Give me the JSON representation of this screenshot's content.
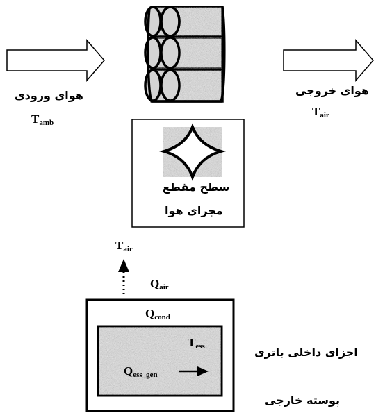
{
  "top": {
    "inlet_label": "هوای ورودی",
    "inlet_temp": {
      "main": "T",
      "sub": "amb"
    },
    "outlet_label": "هوای خروجی",
    "outlet_temp": {
      "main": "T",
      "sub": "air"
    },
    "duct_section_line1": "سطح مقطع",
    "duct_section_line2": "مجرای هوا"
  },
  "bottom": {
    "air_temp": {
      "main": "T",
      "sub": "air"
    },
    "q_air": {
      "main": "Q",
      "sub": "air"
    },
    "q_cond": {
      "main": "Q",
      "sub": "cond"
    },
    "t_ess": {
      "main": "T",
      "sub": "ess"
    },
    "q_gen": {
      "main": "Q",
      "sub": "ess_gen"
    },
    "inner_label": "اجزای داخلی باتری",
    "outer_label": "پوسته خارجی"
  },
  "colors": {
    "stroke": "#000000",
    "speckle_base": "#d4d4d4"
  }
}
